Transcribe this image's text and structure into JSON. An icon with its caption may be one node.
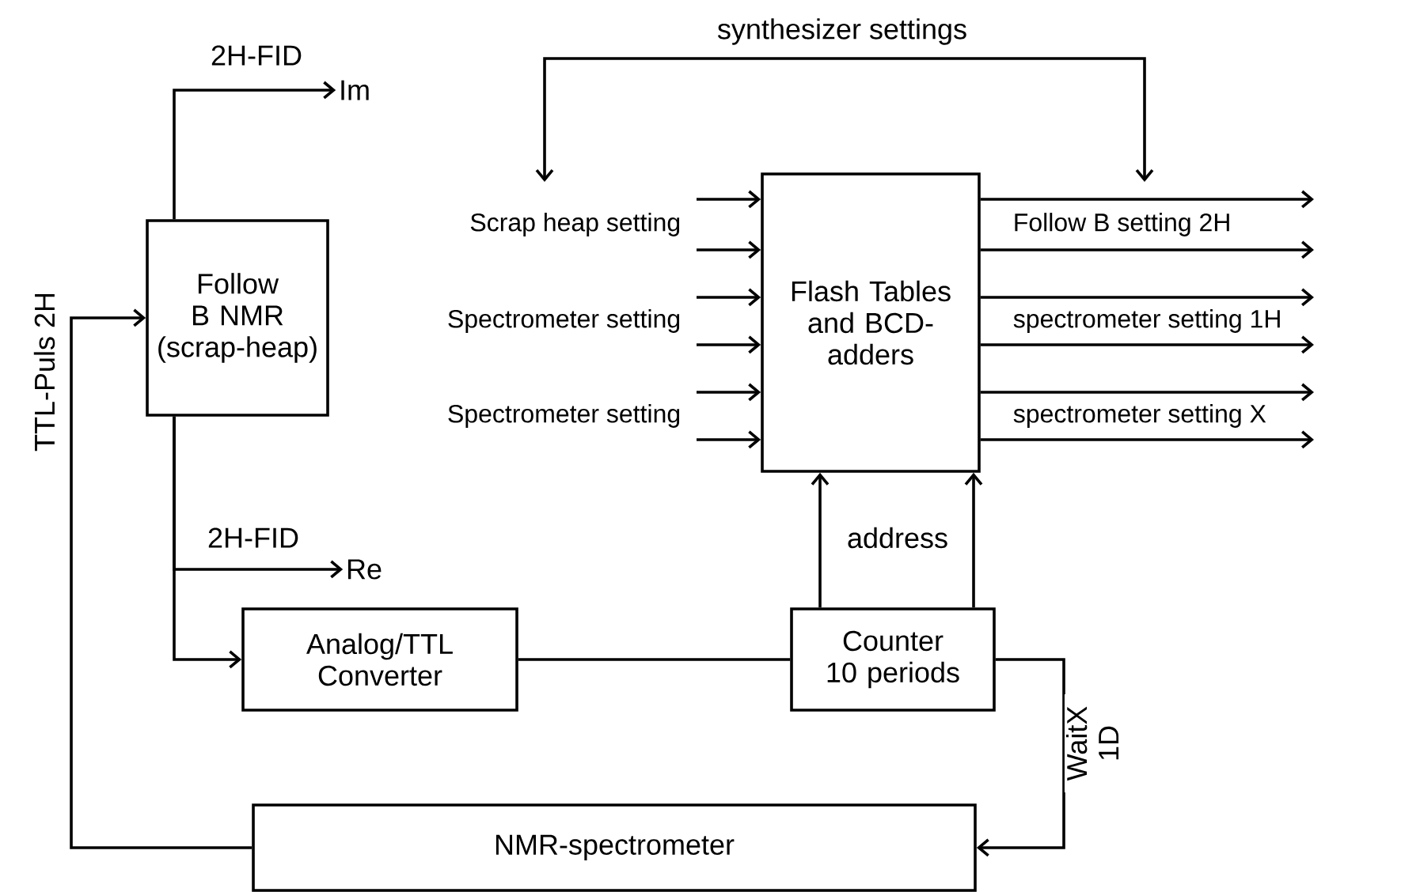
{
  "diagram": {
    "nodes": [
      {
        "text": [
          "Follow B NMR (scrap-heap)"
        ]
      },
      {
        "text": [
          "Im"
        ]
      },
      {
        "text": [
          "Re"
        ]
      },
      {
        "text": [
          "Analog/TTL Converter"
        ]
      },
      {
        "text": [
          "Flash Tables and BCD- adders"
        ]
      },
      {
        "text": [
          "Counter 10 periods"
        ]
      },
      {
        "text": [
          "NMR-spectrometer"
        ]
      }
    ],
    "edges": [
      {
        "from": 0,
        "to": 1,
        "arrow": "to",
        "label": "2H-FID"
      },
      {
        "from": 0,
        "to": 2,
        "arrow": "to",
        "label": "2H-FID"
      },
      {
        "from": 0,
        "to": 3,
        "arrow": "to"
      },
      {
        "from": 3,
        "to": 5,
        "arrow": "none"
      },
      {
        "from": 5,
        "to": 4,
        "arrow": "to",
        "label": "address"
      },
      {
        "from": 5,
        "to": 4,
        "arrow": "to"
      },
      {
        "from": 5,
        "to": 6,
        "arrow": "to",
        "label": "WaitX 1D"
      },
      {
        "from": 6,
        "to": 0,
        "arrow": "to",
        "label": "TTL-Puls 2H"
      },
      {
        "from": null,
        "to": 4,
        "arrow": "to"
      },
      {
        "from": null,
        "to": 4,
        "arrow": "to"
      },
      {
        "from": null,
        "to": 4,
        "arrow": "to"
      },
      {
        "from": null,
        "to": 4,
        "arrow": "to"
      },
      {
        "from": null,
        "to": 4,
        "arrow": "to"
      },
      {
        "from": null,
        "to": 4,
        "arrow": "to"
      },
      {
        "from": 4,
        "to": null,
        "arrow": "to"
      },
      {
        "from": 4,
        "to": null,
        "arrow": "to"
      },
      {
        "from": 4,
        "to": null,
        "arrow": "to"
      },
      {
        "from": 4,
        "to": null,
        "arrow": "to"
      },
      {
        "from": 4,
        "to": null,
        "arrow": "to"
      },
      {
        "from": 4,
        "to": null,
        "arrow": "to"
      }
    ],
    "labels": [
      "synthesizer settings",
      "Scrap heap setting",
      "Spectrometer setting",
      "Spectrometer setting",
      "Follow B setting 2H",
      "spectrometer setting 1H",
      "spectrometer setting X"
    ]
  }
}
